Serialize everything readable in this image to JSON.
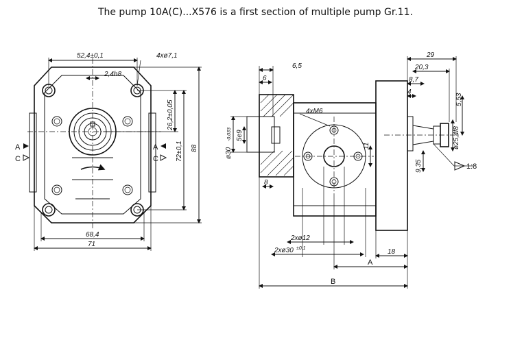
{
  "caption": "The pump 10A(C)...X576 is a first section of multiple pump Gr.11.",
  "front_view": {
    "dims": {
      "width_52": "52,4±0,1",
      "holes": "4xø7,1",
      "key": "2,4h8",
      "shaft_height": "26,2±0,05",
      "hole_spacing": "72±0,1",
      "height": "88",
      "width_68": "68,4",
      "width_71": "71"
    },
    "port_labels": {
      "a1": "A",
      "c1": "C",
      "a2": "A",
      "c2": "C"
    }
  },
  "side_view": {
    "dims": {
      "d6_5": "6,5",
      "d6": "6",
      "threads": "4xM6",
      "shaft": "ø30",
      "shaft_tol": "-0,033",
      "key5": "5e9",
      "d8": "8",
      "d11": "11",
      "d29": "29",
      "d20_3": "20,3",
      "d8_7": "8,7",
      "d4": "4",
      "d5_53": "5,53",
      "d25": "ø25,4f8",
      "d9_35": "9,35",
      "taper": "1:8",
      "port12": "2xø12",
      "port30": "2xø30",
      "port30_tol": "±0,1",
      "A": "A",
      "d18": "18",
      "B": "B"
    }
  }
}
